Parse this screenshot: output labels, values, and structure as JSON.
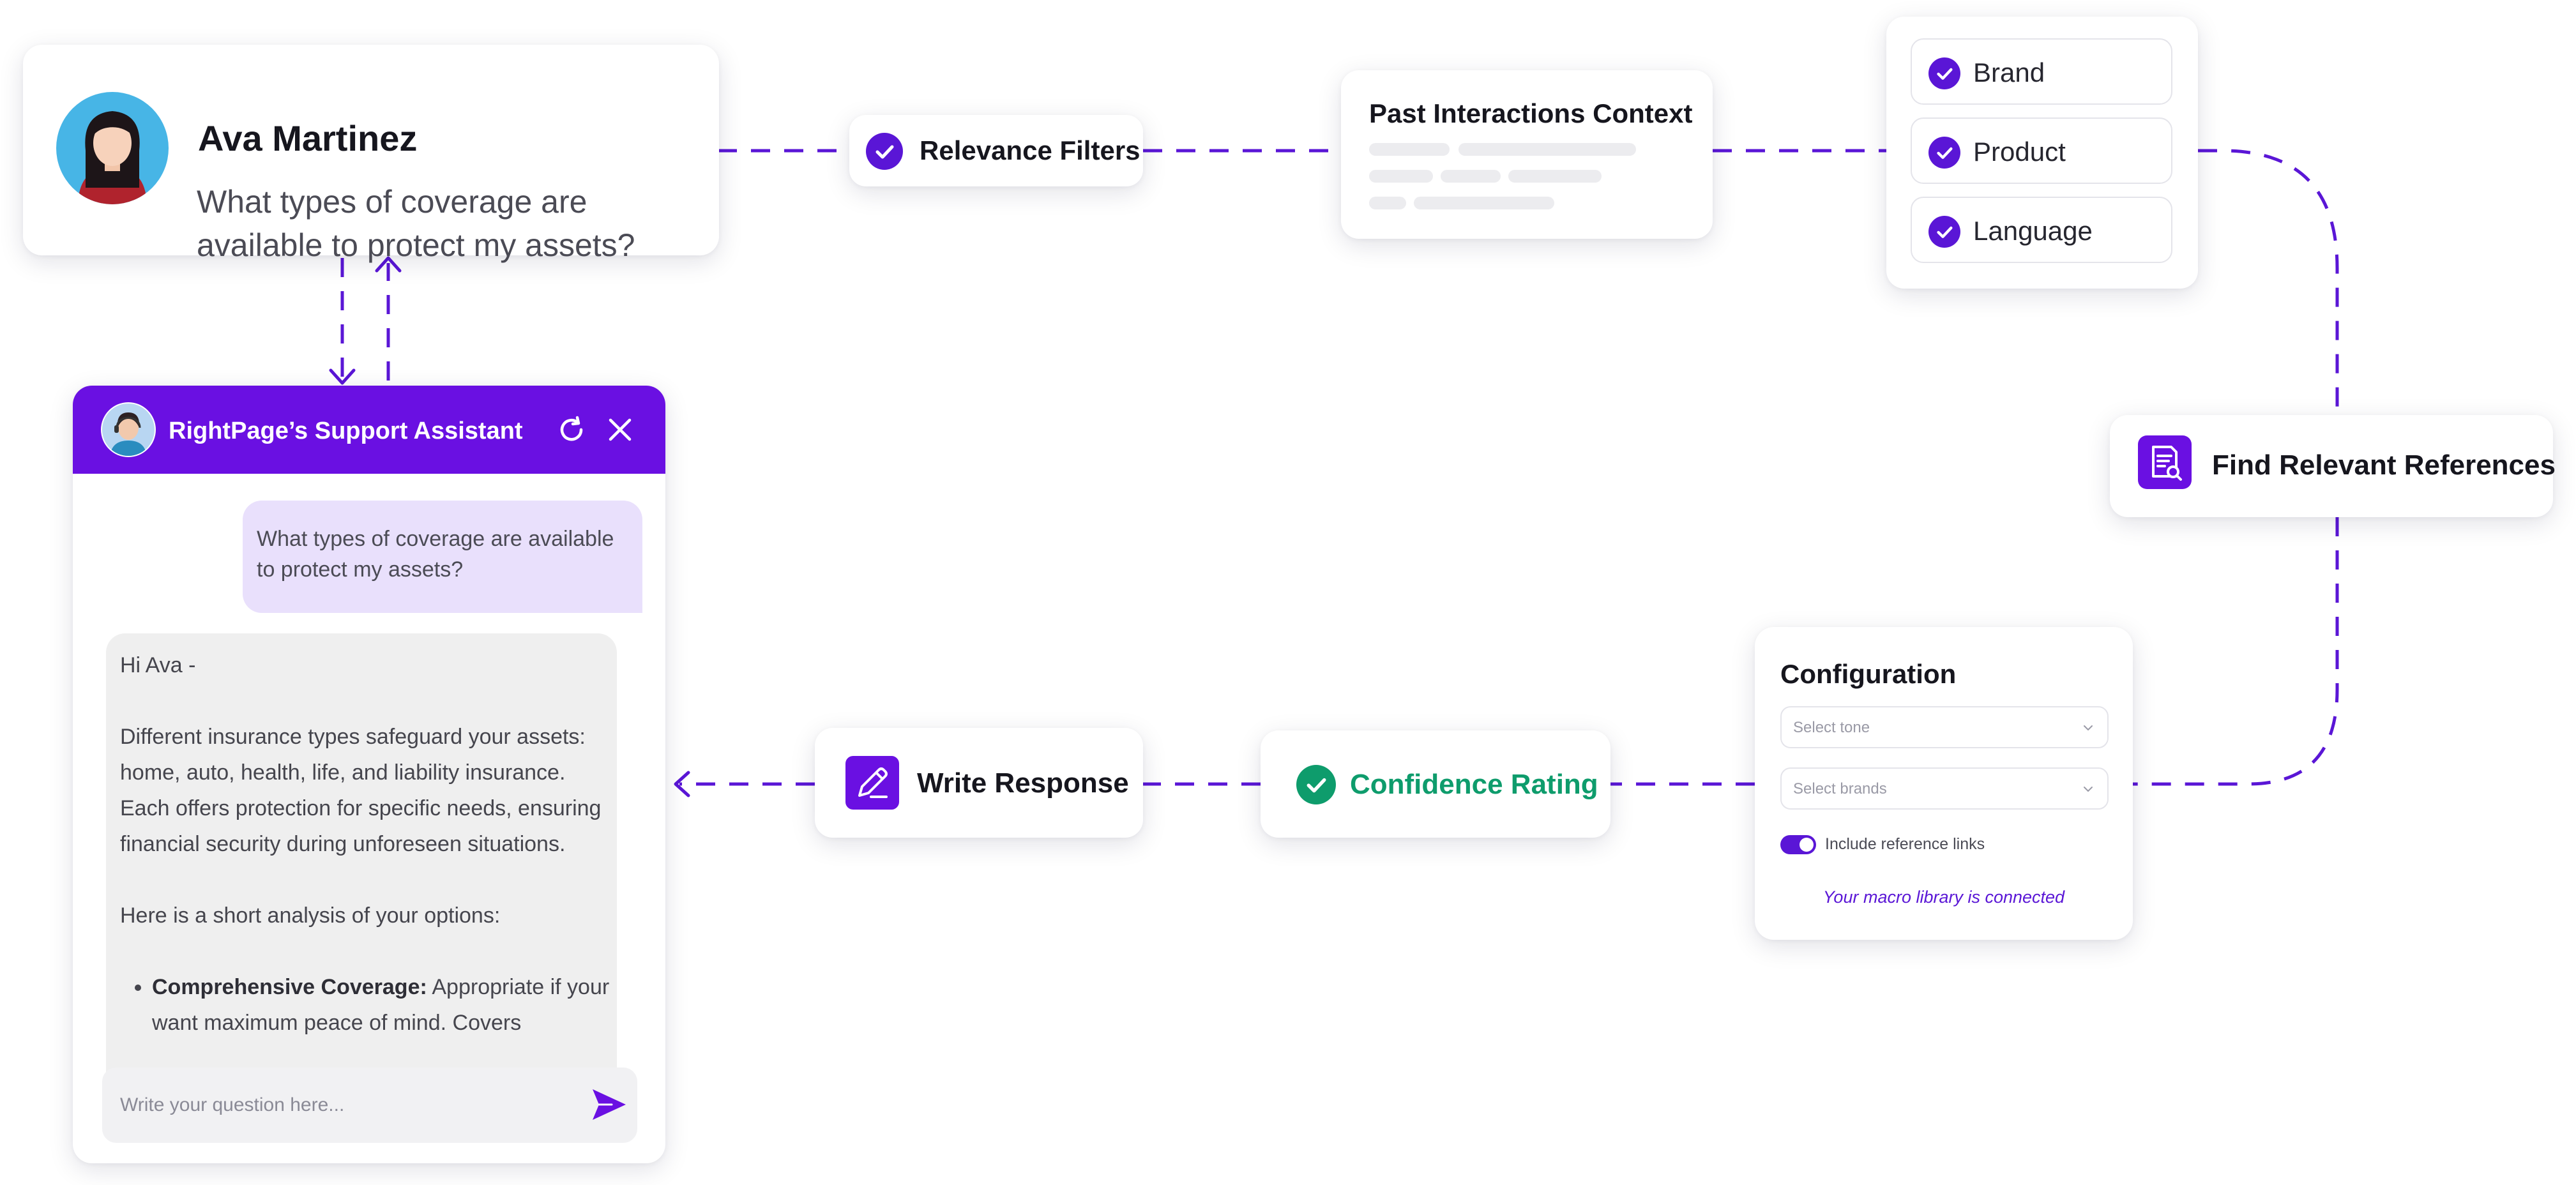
{
  "user": {
    "name": "Ava Martinez",
    "question": "What types of  coverage are available to protect my assets?"
  },
  "relevance_filters": {
    "label": "Relevance Filters"
  },
  "past_interactions": {
    "title": "Past Interactions Context"
  },
  "filters": {
    "items": [
      {
        "label": "Brand"
      },
      {
        "label": "Product"
      },
      {
        "label": "Language"
      }
    ]
  },
  "find_references": {
    "label": "Find Relevant References"
  },
  "configuration": {
    "title": "Configuration",
    "tone_placeholder": "Select tone",
    "brands_placeholder": "Select brands",
    "toggle_label": "Include reference links",
    "toggle_on": true,
    "note": "Your macro library is connected"
  },
  "confidence": {
    "label": "Confidence Rating"
  },
  "write_response": {
    "label": "Write Response"
  },
  "chat": {
    "title": "RightPage’s Support Assistant",
    "user_message": "What types of  coverage are available to protect my assets?",
    "bot_greeting": "Hi Ava -",
    "bot_paragraph": "Different insurance types safeguard your assets: home, auto, health, life, and liability insurance. Each offers protection for specific needs, ensuring financial security during unforeseen situations.",
    "bot_intro": "Here is a short analysis of your options:",
    "bot_bullet_title": "Comprehensive Coverage:",
    "bot_bullet_text": " Appropriate if your want maximum peace of mind. Covers",
    "input_placeholder": "Write your question here..."
  },
  "colors": {
    "accent": "#6a10e2",
    "check": "#5a16d6",
    "success": "#0e9c6c",
    "connector": "#5a16d6"
  },
  "icons": {
    "check": "check-circle-icon",
    "document_search": "document-search-icon",
    "edit": "pencil-icon",
    "refresh": "refresh-icon",
    "close": "close-icon",
    "send": "send-icon"
  }
}
